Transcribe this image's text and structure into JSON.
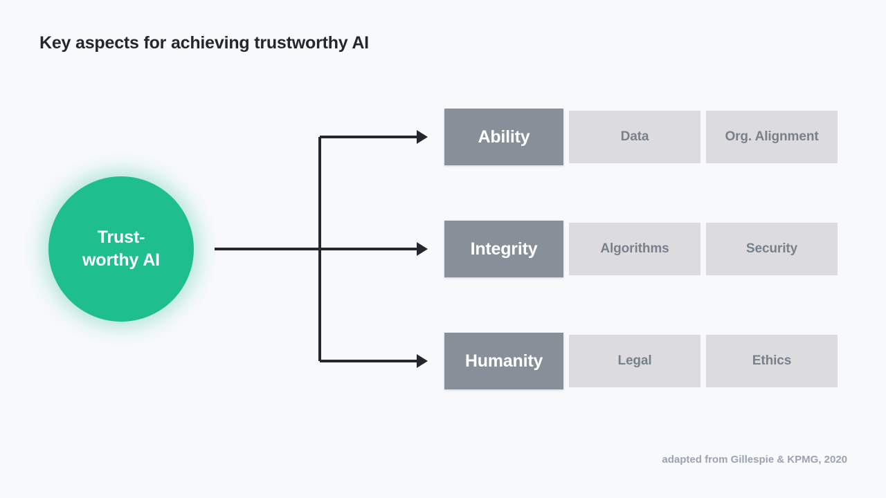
{
  "page": {
    "title": "Key aspects for achieving trustworthy AI",
    "background_color": "#f7f9fb"
  },
  "hub": {
    "label": "Trust-\nworthy AI",
    "color": "#1ebe8f",
    "text_color": "#ffffff"
  },
  "connector": {
    "name": "branching-arrows",
    "line_color": "#23272e",
    "branches": 3
  },
  "rows": [
    {
      "primary": "Ability",
      "secondary": [
        "Data",
        "Org. Alignment"
      ]
    },
    {
      "primary": "Integrity",
      "secondary": [
        "Algorithms",
        "Security"
      ]
    },
    {
      "primary": "Humanity",
      "secondary": [
        "Legal",
        "Ethics"
      ]
    }
  ],
  "palette": {
    "primary_box": "#878f99",
    "primary_text": "#ffffff",
    "secondary_box": "#dcdcde",
    "secondary_text": "#78808c",
    "title_text": "#23272e",
    "credit_text": "#9aa3ae"
  },
  "credit": "adapted from Gillespie & KPMG, 2020"
}
